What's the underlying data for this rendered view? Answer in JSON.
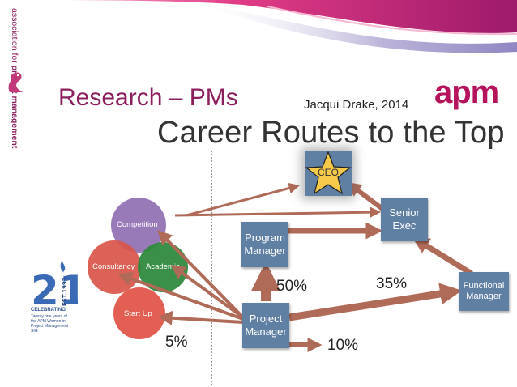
{
  "header": {
    "title": "Research – PMs",
    "author": "Jacqui Drake, 2014",
    "subtitle": "Career Routes to the Top",
    "logo_text": "apm",
    "side_text_normal": "association for",
    "side_text_bold": "project management"
  },
  "nodes": {
    "ceo": "CEO",
    "senior_exec_line1": "Senior",
    "senior_exec_line2": "Exec",
    "program_manager_line1": "Program",
    "program_manager_line2": "Manager",
    "project_manager_line1": "Project",
    "project_manager_line2": "Manager",
    "functional_manager_line1": "Functional",
    "functional_manager_line2": "Manager"
  },
  "circles": {
    "competition": "Competition",
    "consultancy": "Consultancy",
    "academia": "Academia",
    "start_up": "Start Up"
  },
  "percentages": {
    "program": "50%",
    "functional": "35%",
    "other": "5%",
    "external": "10%"
  },
  "anniversary": {
    "number": "21",
    "est": "EST.1993",
    "celebrating": "CELEBRATING",
    "caption": "Twenty one years of the APM Women in Project Management SIG"
  },
  "colors": {
    "box": "#5f7fa3",
    "arrow": "#b06a58",
    "title": "#8b1f5e",
    "logo": "#b5145c",
    "competition_circle": "#8e6bb0",
    "consultancy_circle": "#d9554a",
    "academia_circle": "#2f8a3e",
    "start_up_circle": "#e2564a"
  }
}
